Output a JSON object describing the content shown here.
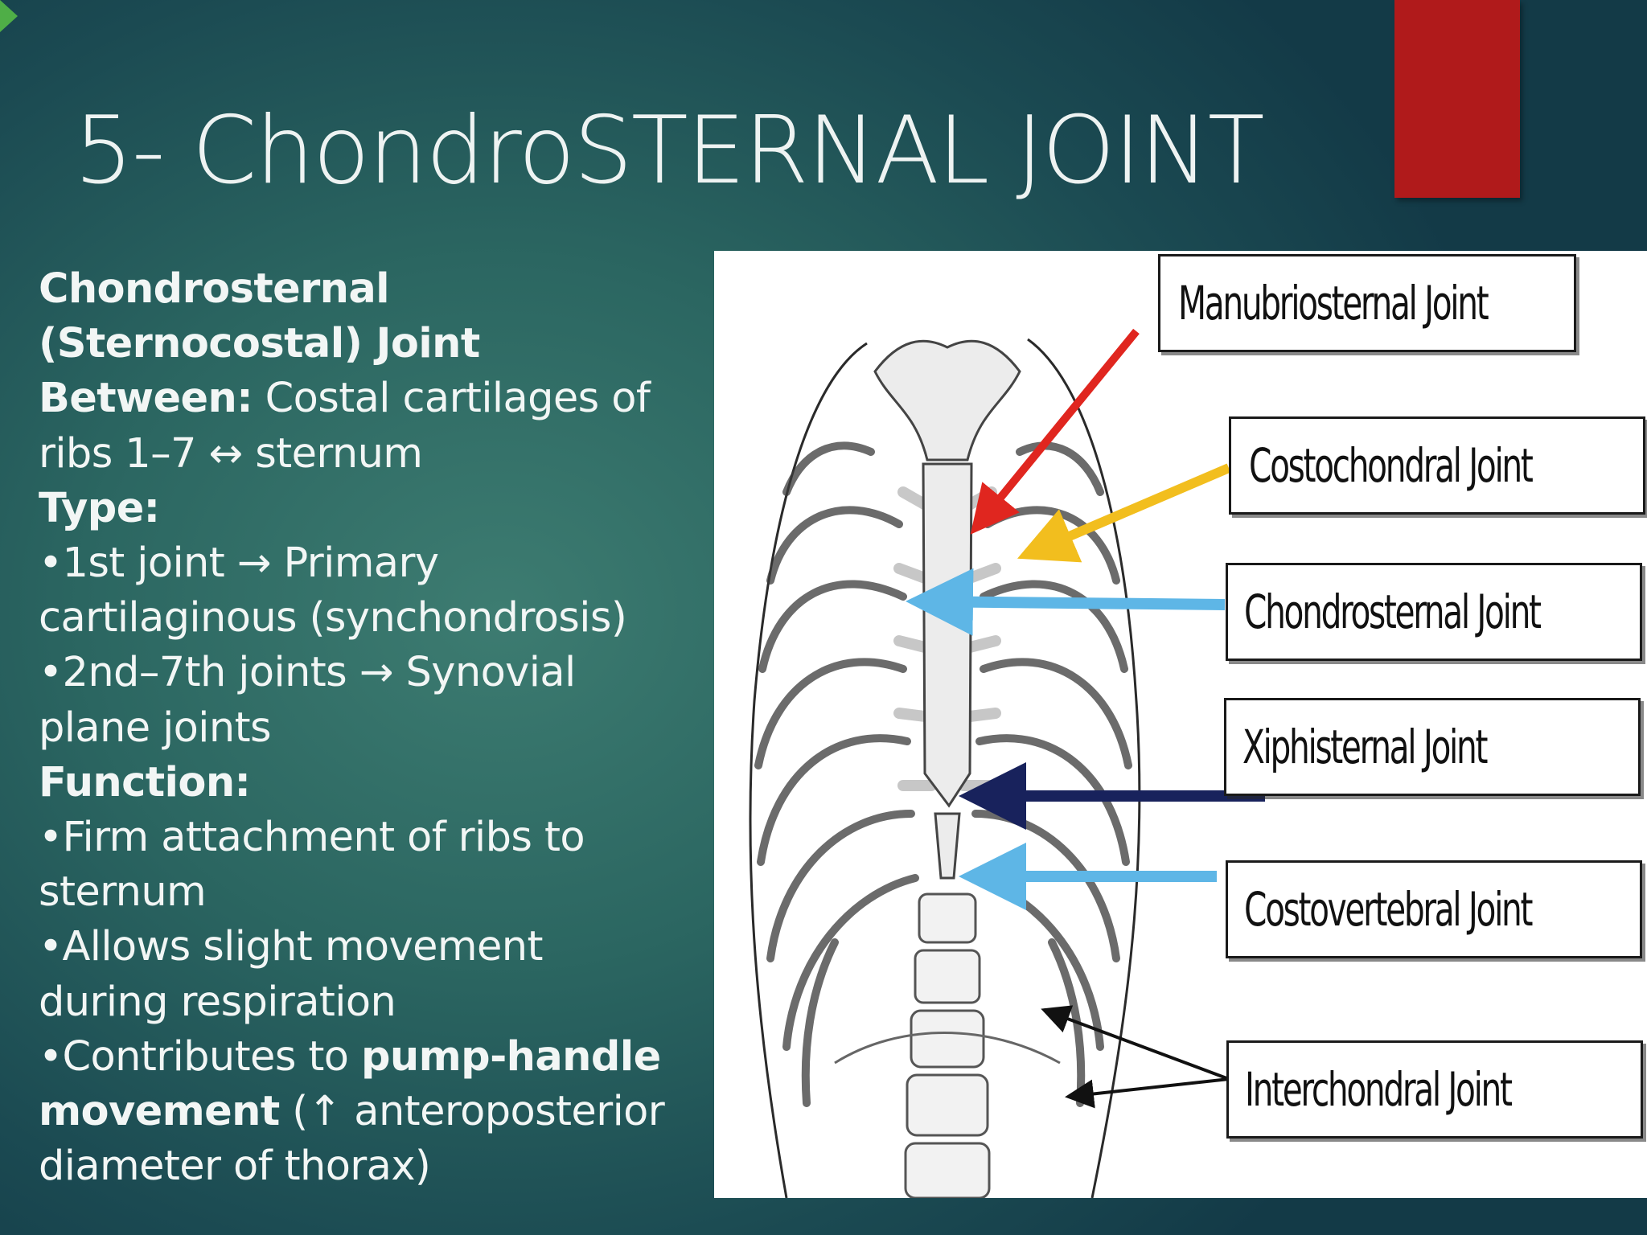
{
  "slide": {
    "title": "5- ChondroSTERNAL JOINT",
    "accent_color": "#b01a1b",
    "arrow_color": "#4fae47"
  },
  "content": {
    "heading_line1": "Chondrosternal",
    "heading_line2": "(Sternocostal) Joint",
    "between_label": "Between:",
    "between_text1": " Costal cartilages of",
    "between_text2": "ribs 1–7 ↔ sternum",
    "type_label": "Type:",
    "type_item1_line1": "•1st joint → Primary",
    "type_item1_line2": "cartilaginous (synchondrosis)",
    "type_item2_line1": "•2nd–7th joints → Synovial",
    "type_item2_line2": "plane joints",
    "function_label": "Function:",
    "function_item1_line1": "•Firm attachment of ribs to",
    "function_item1_line2": "sternum",
    "function_item2_line1": "•Allows slight movement",
    "function_item2_line2": "during respiration",
    "function_item3_pre": "•Contributes to ",
    "function_item3_bold1": "pump-handle",
    "function_item3_bold2": "movement",
    "function_item3_post1": " (↑ anteroposterior",
    "function_item3_post2": "diameter of thorax)"
  },
  "figure": {
    "labels": {
      "manubriosternal": "Manubriosternal Joint",
      "costochondral": "Costochondral Joint",
      "chondrosternal": "Chondrosternal Joint",
      "xiphisternal": "Xiphisternal Joint",
      "costovertebral": "Costovertebral Joint",
      "interchondral": "Interchondral Joint"
    },
    "arrow_colors": {
      "manubriosternal": "#e0261f",
      "costochondral": "#f2be1e",
      "chondrosternal": "#5eb6e6",
      "xiphisternal": "#18225c",
      "costovertebral": "#5eb6e6",
      "interchondral": "#111111"
    }
  }
}
